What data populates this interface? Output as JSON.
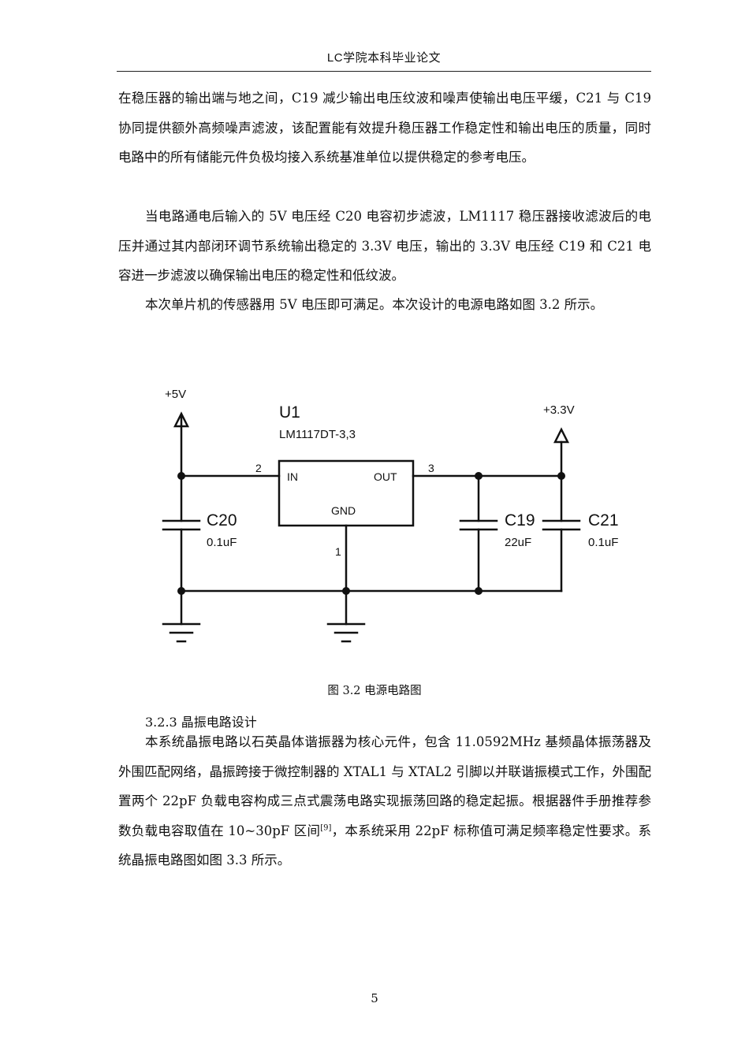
{
  "header": {
    "title": "LC学院本科毕业论文"
  },
  "paragraphs": {
    "p1": "在稳压器的输出端与地之间，C19 减少输出电压纹波和噪声使输出电压平缓，C21 与 C19 协同提供额外高频噪声滤波，该配置能有效提升稳压器工作稳定性和输出电压的质量，同时电路中的所有储能元件负极均接入系统基准单位以提供稳定的参考电压。",
    "p2": "当电路通电后输入的 5V 电压经 C20 电容初步滤波，LM1117 稳压器接收滤波后的电压并通过其内部闭环调节系统输出稳定的 3.3V 电压，输出的 3.3V 电压经 C19 和 C21 电容进一步滤波以确保输出电压的稳定性和低纹波。",
    "p3": "本次单片机的传感器用 5V 电压即可满足。本次设计的电源电路如图 3.2 所示。",
    "p4_before": "本系统晶振电路以石英晶体谐振器为核心元件，包含 11.0592MHz 基频晶体振荡器及外围匹配网络，晶振跨接于微控制器的 XTAL1 与 XTAL2 引脚以并联谐振模式工作，外围配置两个 22pF 负载电容构成三点式震荡电路实现振荡回路的稳定起振。根据器件手册推荐参数负载电容取值在 10~30pF 区间",
    "p4_ref": "[9]",
    "p4_after": "，本系统采用 22pF 标称值可满足频率稳定性要求。系统晶振电路图如图 3.3 所示。"
  },
  "figure": {
    "caption": "图 3.2  电源电路图",
    "supply_in": "+5V",
    "supply_out": "+3.3V",
    "ic_ref": "U1",
    "ic_part": "LM1117DT-3,3",
    "pin_in": "IN",
    "pin_out": "OUT",
    "pin_gnd": "GND",
    "pin_in_num": "2",
    "pin_out_num": "3",
    "pin_gnd_num": "1",
    "c20_ref": "C20",
    "c20_val": "0.1uF",
    "c19_ref": "C19",
    "c19_val": "22uF",
    "c21_ref": "C21",
    "c21_val": "0.1uF"
  },
  "section": {
    "heading": "3.2.3  晶振电路设计"
  },
  "footer": {
    "page_number": "5"
  }
}
